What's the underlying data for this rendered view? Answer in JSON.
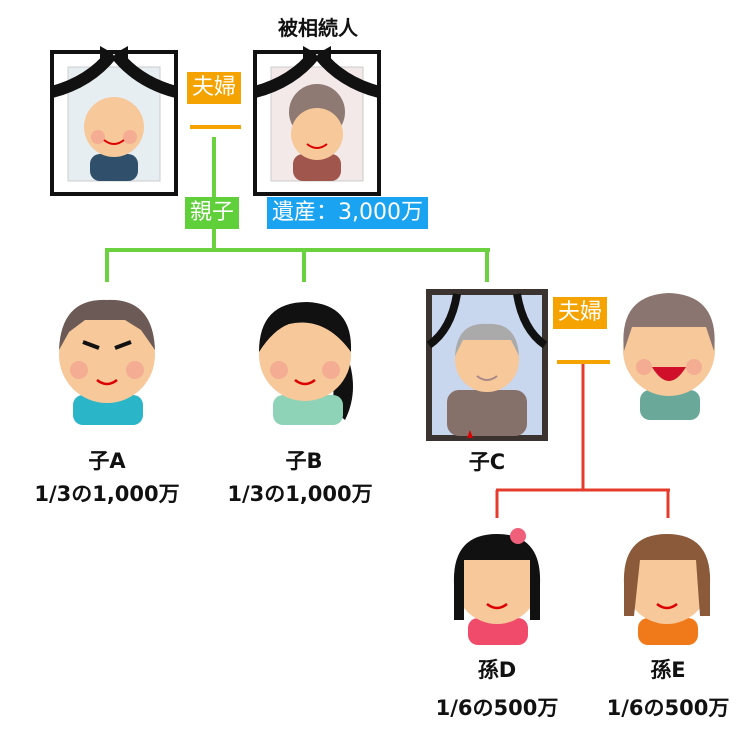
{
  "title": "被相続人",
  "labels": {
    "couple": "夫婦",
    "parent_child": "親子",
    "estate": "遺産：3,000万"
  },
  "people": {
    "childA": {
      "name": "子A",
      "share": "1/3の1,000万"
    },
    "childB": {
      "name": "子B",
      "share": "1/3の1,000万"
    },
    "childC": {
      "name": "子C"
    },
    "grandD": {
      "name": "孫D",
      "share": "1/6の500万"
    },
    "grandE": {
      "name": "孫E",
      "share": "1/6の500万"
    }
  },
  "colors": {
    "couple": "#f5a300",
    "parent_child": "#5fcf3a",
    "estate": "#1aa3f0",
    "grand_line": "#e53b2c"
  }
}
